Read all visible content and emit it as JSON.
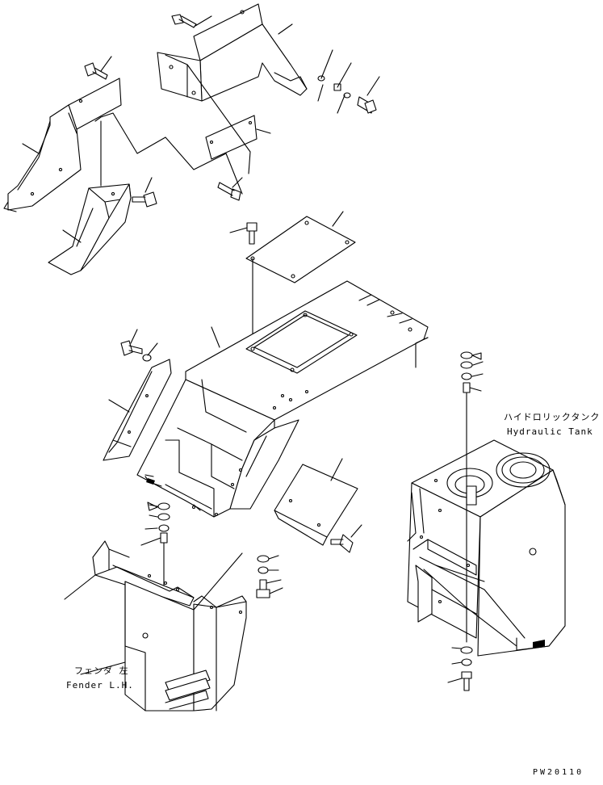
{
  "labels": {
    "hydraulic_tank_jp": "ハイドロリックタンク",
    "hydraulic_tank_en": "Hydraulic Tank",
    "fender_lh_jp": "フェンダ 左",
    "fender_lh_en": "Fender L.H.",
    "drawing_code": "PW20110"
  }
}
